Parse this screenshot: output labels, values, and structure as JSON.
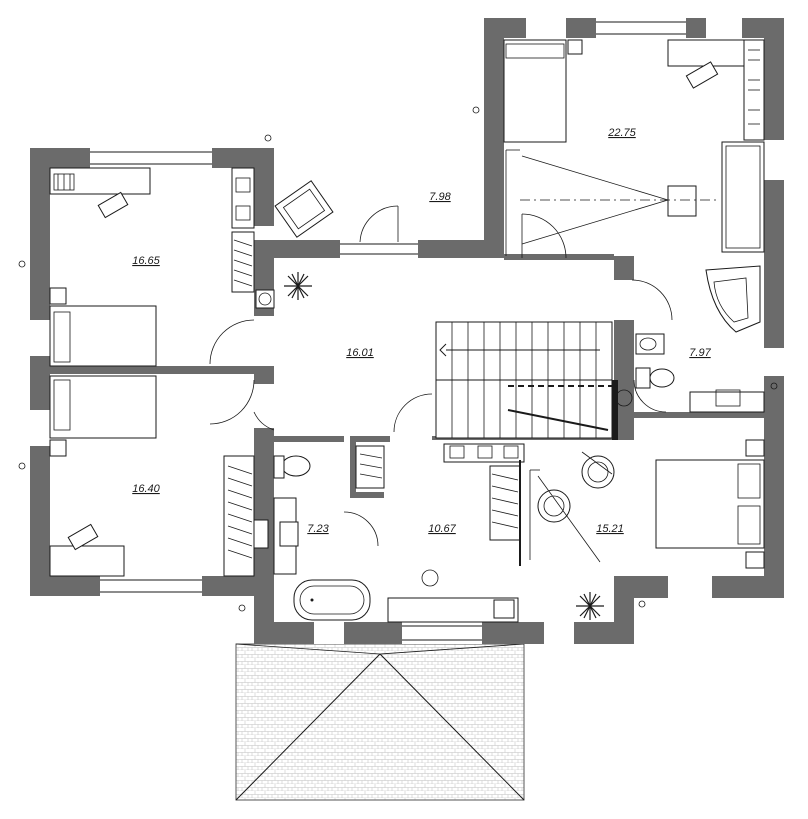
{
  "rooms": [
    {
      "id": "bedroom-north-east",
      "area": "22.75"
    },
    {
      "id": "balcony-north",
      "area": "7.98"
    },
    {
      "id": "bedroom-north-west",
      "area": "16.65"
    },
    {
      "id": "hall-central",
      "area": "16.01"
    },
    {
      "id": "bathroom-east",
      "area": "7.97"
    },
    {
      "id": "bedroom-south-west",
      "area": "16.40"
    },
    {
      "id": "bathroom-south",
      "area": "7.23"
    },
    {
      "id": "dressing-room",
      "area": "10.67"
    },
    {
      "id": "bedroom-south-east",
      "area": "15.21"
    }
  ],
  "colors": {
    "wall": "#6b6b6b",
    "line": "#1a1a1a",
    "roof": "#f4f4f4"
  }
}
